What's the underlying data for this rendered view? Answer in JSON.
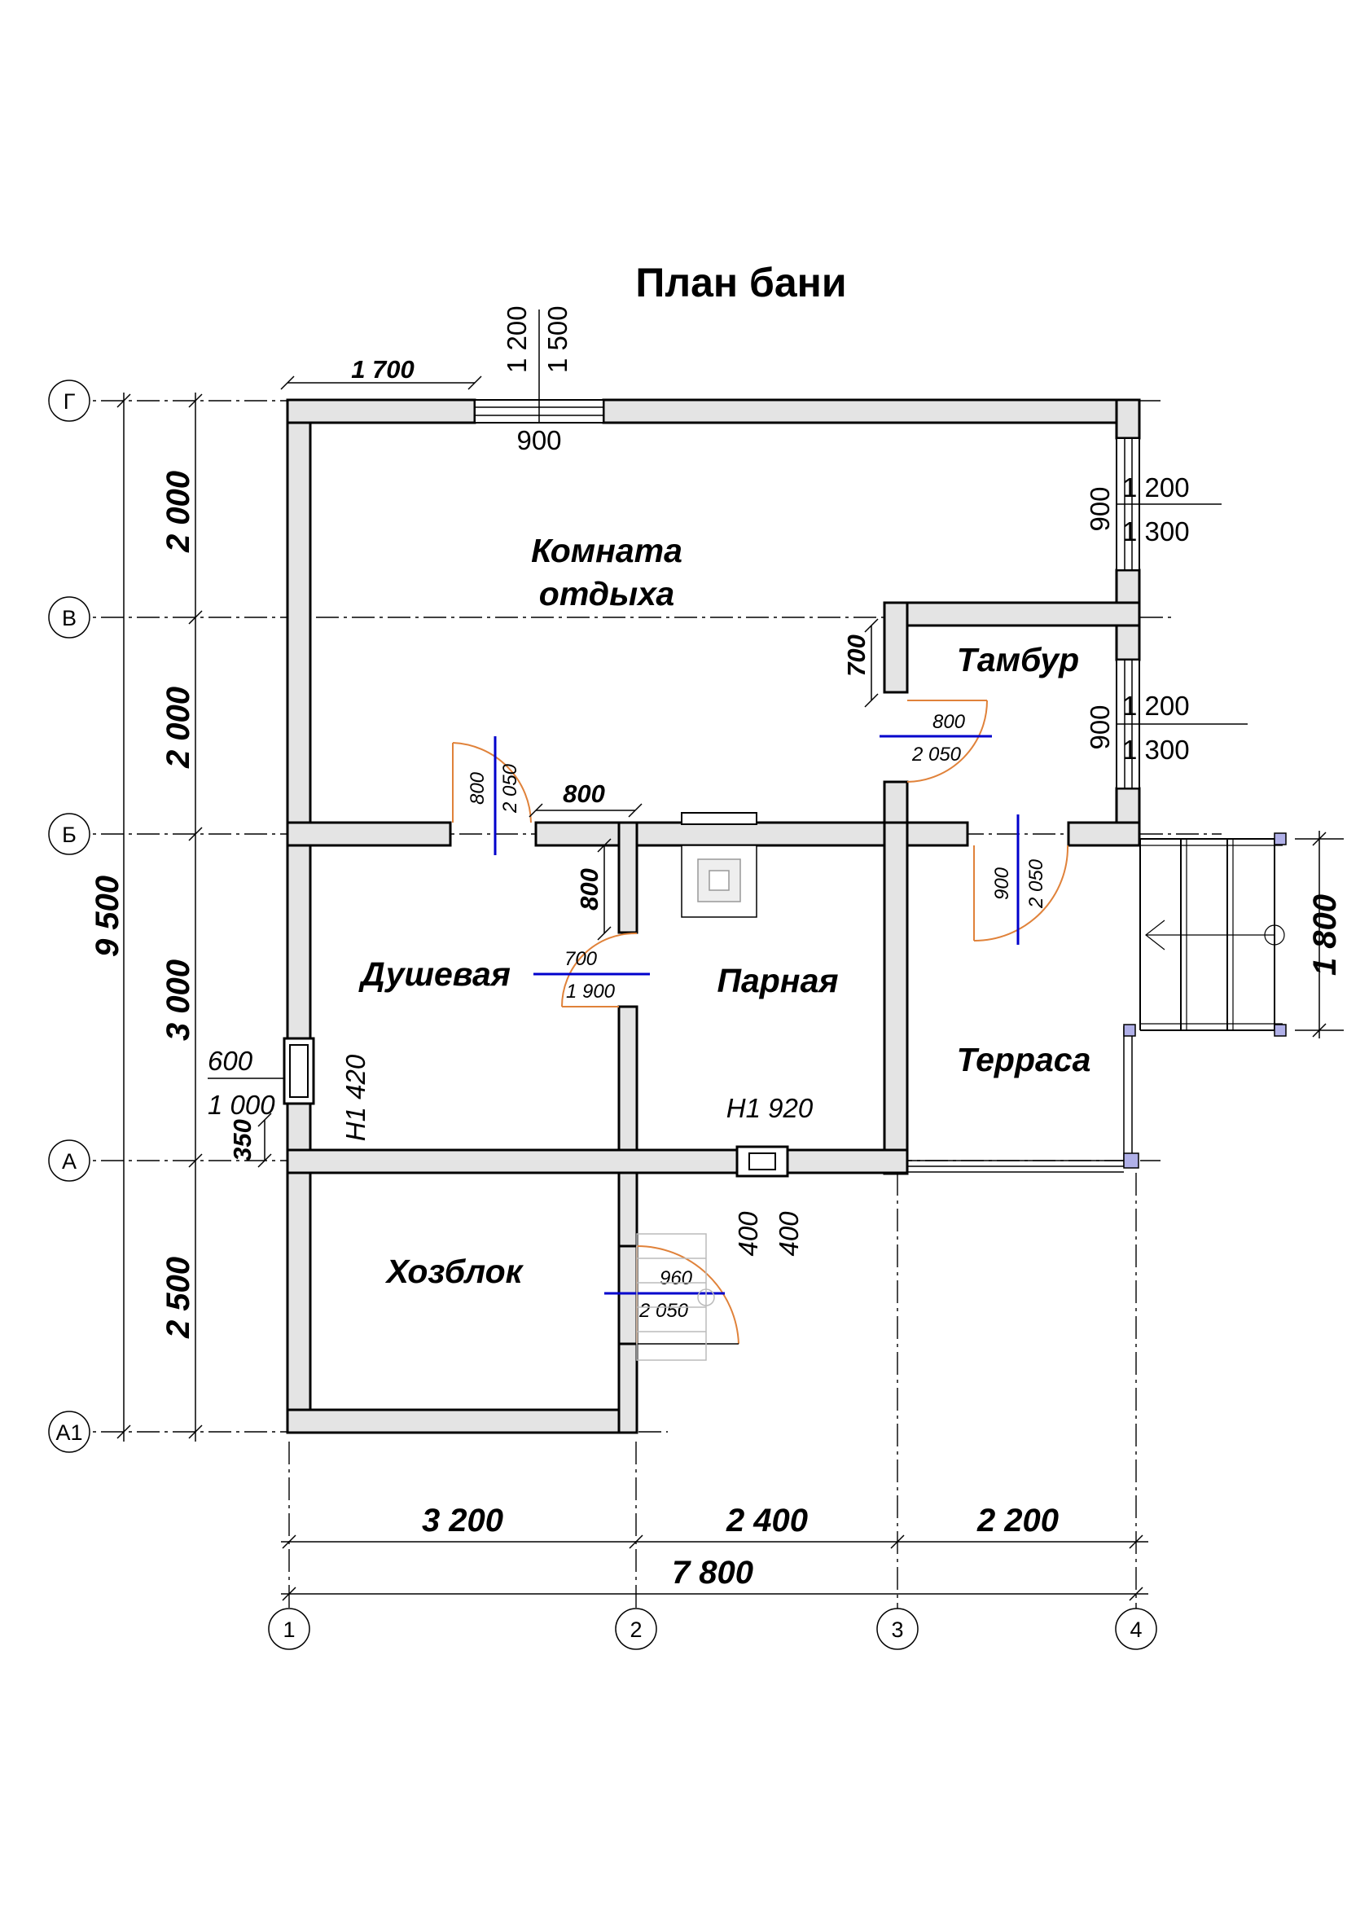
{
  "title": "План бани",
  "rooms": {
    "rest_line1": "Комната",
    "rest_line2": "отдыха",
    "vestibule": "Тамбур",
    "shower": "Душевая",
    "steam": "Парная",
    "terrace": "Терраса",
    "utility": "Хозблок"
  },
  "axes": {
    "rows": [
      "Г",
      "В",
      "Б",
      "А",
      "А1"
    ],
    "cols": [
      "1",
      "2",
      "3",
      "4"
    ]
  },
  "dimensions": {
    "bottom": [
      "3 200",
      "2 400",
      "2 200"
    ],
    "total_width": "7 800",
    "left": [
      "2 000",
      "2 000",
      "3 000",
      "2 500"
    ],
    "total_height": "9 500",
    "top_offset": "1 700",
    "partition_800": "800",
    "vestibule_700": "700",
    "shower_800": "800",
    "stair_1800": "1 800",
    "small_350": "350"
  },
  "windows": {
    "top": {
      "sill": "1 200",
      "head": "1 500",
      "width": "900"
    },
    "right_upper": {
      "width": "900",
      "sill": "1 200",
      "head": "1 300"
    },
    "right_lower": {
      "width": "900",
      "sill": "1 200",
      "head": "1 300"
    },
    "shower_win": {
      "w": "600",
      "h": "1 000",
      "mark": "H1 420"
    }
  },
  "doors": {
    "rest_shower": {
      "w": "800",
      "h": "2 050"
    },
    "vestibule": {
      "w": "800",
      "h": "2 050"
    },
    "terrace": {
      "w": "900",
      "h": "2 050"
    },
    "shower": {
      "w": "700",
      "h": "1 900"
    },
    "utility": {
      "w": "960",
      "h": "2 050"
    }
  },
  "stove": {
    "mark": "H1 920",
    "a": "400",
    "b": "400"
  }
}
